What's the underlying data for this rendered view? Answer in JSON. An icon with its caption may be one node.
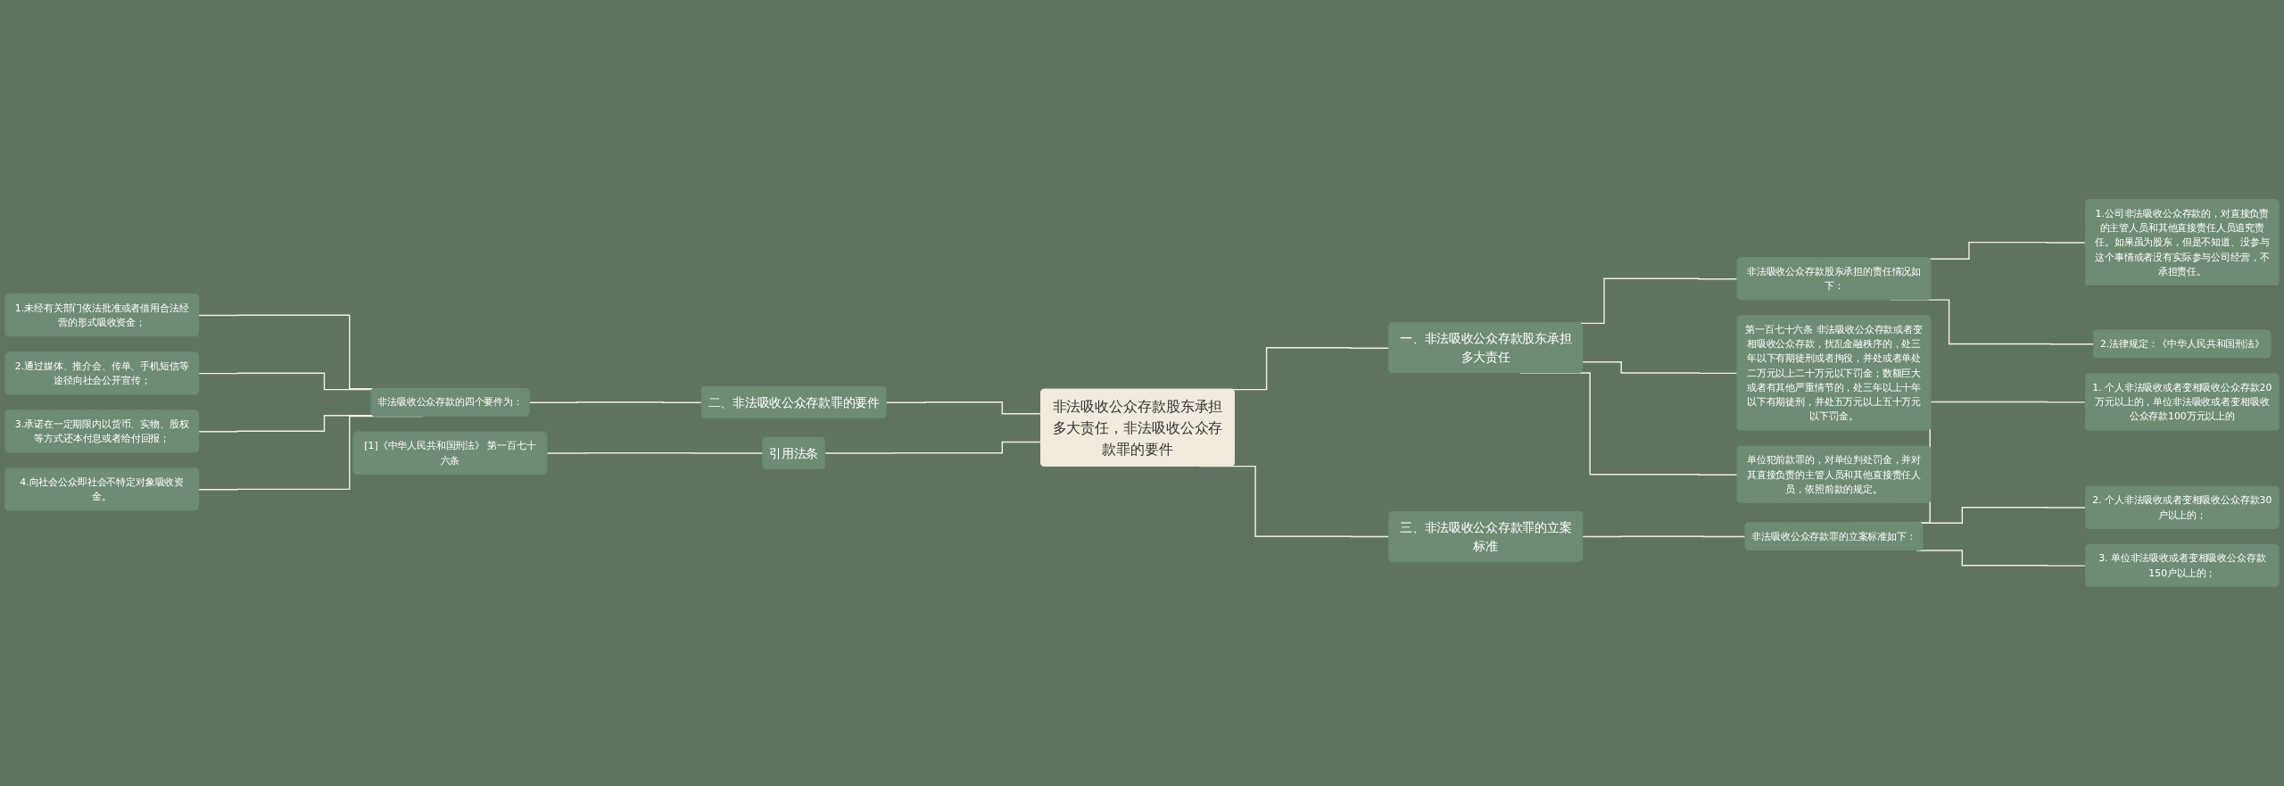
{
  "diagram": {
    "nodes": [
      {
        "text": [
          "非法吸收公众存款股东承担多大责任，非法吸收公众存款罪的要件"
        ]
      },
      {
        "text": [
          "一、非法吸收公众存款股东承担多大责任"
        ]
      },
      {
        "text": [
          "非法吸收公众存款股东承担的责任情况如下："
        ]
      },
      {
        "text": [
          "1.公司非法吸收公众存款的，对直接负责的主管人员和其他直接责任人员追究责任。如果虽为股东，但是不知道、没参与这个事情或者没有实际参与公司经营，不承担责任。"
        ]
      },
      {
        "text": [
          "2.法律规定：《中华人民共和国刑法》"
        ]
      },
      {
        "text": [
          "第一百七十六条 非法吸收公众存款或者变相吸收公众存款，扰乱金融秩序的，处三年以下有期徒刑或者拘役，并处或者单处二万元以上二十万元以下罚金；数额巨大或者有其他严重情节的，处三年以上十年以下有期徒刑，并处五万元以上五十万元以下罚金。"
        ]
      },
      {
        "text": [
          "单位犯前款罪的，对单位判处罚金，并对其直接负责的主管人员和其他直接责任人员，依照前款的规定。"
        ]
      },
      {
        "text": [
          "二、非法吸收公众存款罪的要件"
        ]
      },
      {
        "text": [
          "非法吸收公众存款的四个要件为："
        ]
      },
      {
        "text": [
          "1.未经有关部门依法批准或者借用合法经营的形式吸收资金；"
        ]
      },
      {
        "text": [
          "2.通过媒体、推介会、传单、手机短信等途径向社会公开宣传；"
        ]
      },
      {
        "text": [
          "3.承诺在一定期限内以货币、实物、股权等方式还本付息或者给付回报；"
        ]
      },
      {
        "text": [
          "4.向社会公众即社会不特定对象吸收资金。"
        ]
      },
      {
        "text": [
          "引用法条"
        ]
      },
      {
        "text": [
          "[1]《中华人民共和国刑法》 第一百七十六条"
        ]
      },
      {
        "text": [
          "三、非法吸收公众存款罪的立案标准"
        ]
      },
      {
        "text": [
          "非法吸收公众存款罪的立案标准如下："
        ]
      },
      {
        "text": [
          "1. 个人非法吸收或者变相吸收公众存款20万元以上的，单位非法吸收或者变相吸收公众存款100万元以上的"
        ]
      },
      {
        "text": [
          "2. 个人非法吸收或者变相吸收公众存款30户以上的；"
        ]
      },
      {
        "text": [
          "3. 单位非法吸收或者变相吸收公众存款150户以上的；"
        ]
      }
    ],
    "edges": [
      {
        "from": 0,
        "to": 1,
        "arrow": "none"
      },
      {
        "from": 1,
        "to": 2,
        "arrow": "none"
      },
      {
        "from": 2,
        "to": 3,
        "arrow": "none"
      },
      {
        "from": 2,
        "to": 4,
        "arrow": "none"
      },
      {
        "from": 1,
        "to": 5,
        "arrow": "none"
      },
      {
        "from": 1,
        "to": 6,
        "arrow": "none"
      },
      {
        "from": 7,
        "to": 0,
        "arrow": "none"
      },
      {
        "from": 8,
        "to": 7,
        "arrow": "none"
      },
      {
        "from": 9,
        "to": 8,
        "arrow": "none"
      },
      {
        "from": 10,
        "to": 8,
        "arrow": "none"
      },
      {
        "from": 11,
        "to": 8,
        "arrow": "none"
      },
      {
        "from": 12,
        "to": 8,
        "arrow": "none"
      },
      {
        "from": 13,
        "to": 0,
        "arrow": "none"
      },
      {
        "from": 14,
        "to": 13,
        "arrow": "none"
      },
      {
        "from": 0,
        "to": 15,
        "arrow": "none"
      },
      {
        "from": 15,
        "to": 16,
        "arrow": "none"
      },
      {
        "from": 16,
        "to": 17,
        "arrow": "none"
      },
      {
        "from": 16,
        "to": 18,
        "arrow": "none"
      },
      {
        "from": 16,
        "to": 19,
        "arrow": "none"
      }
    ]
  }
}
